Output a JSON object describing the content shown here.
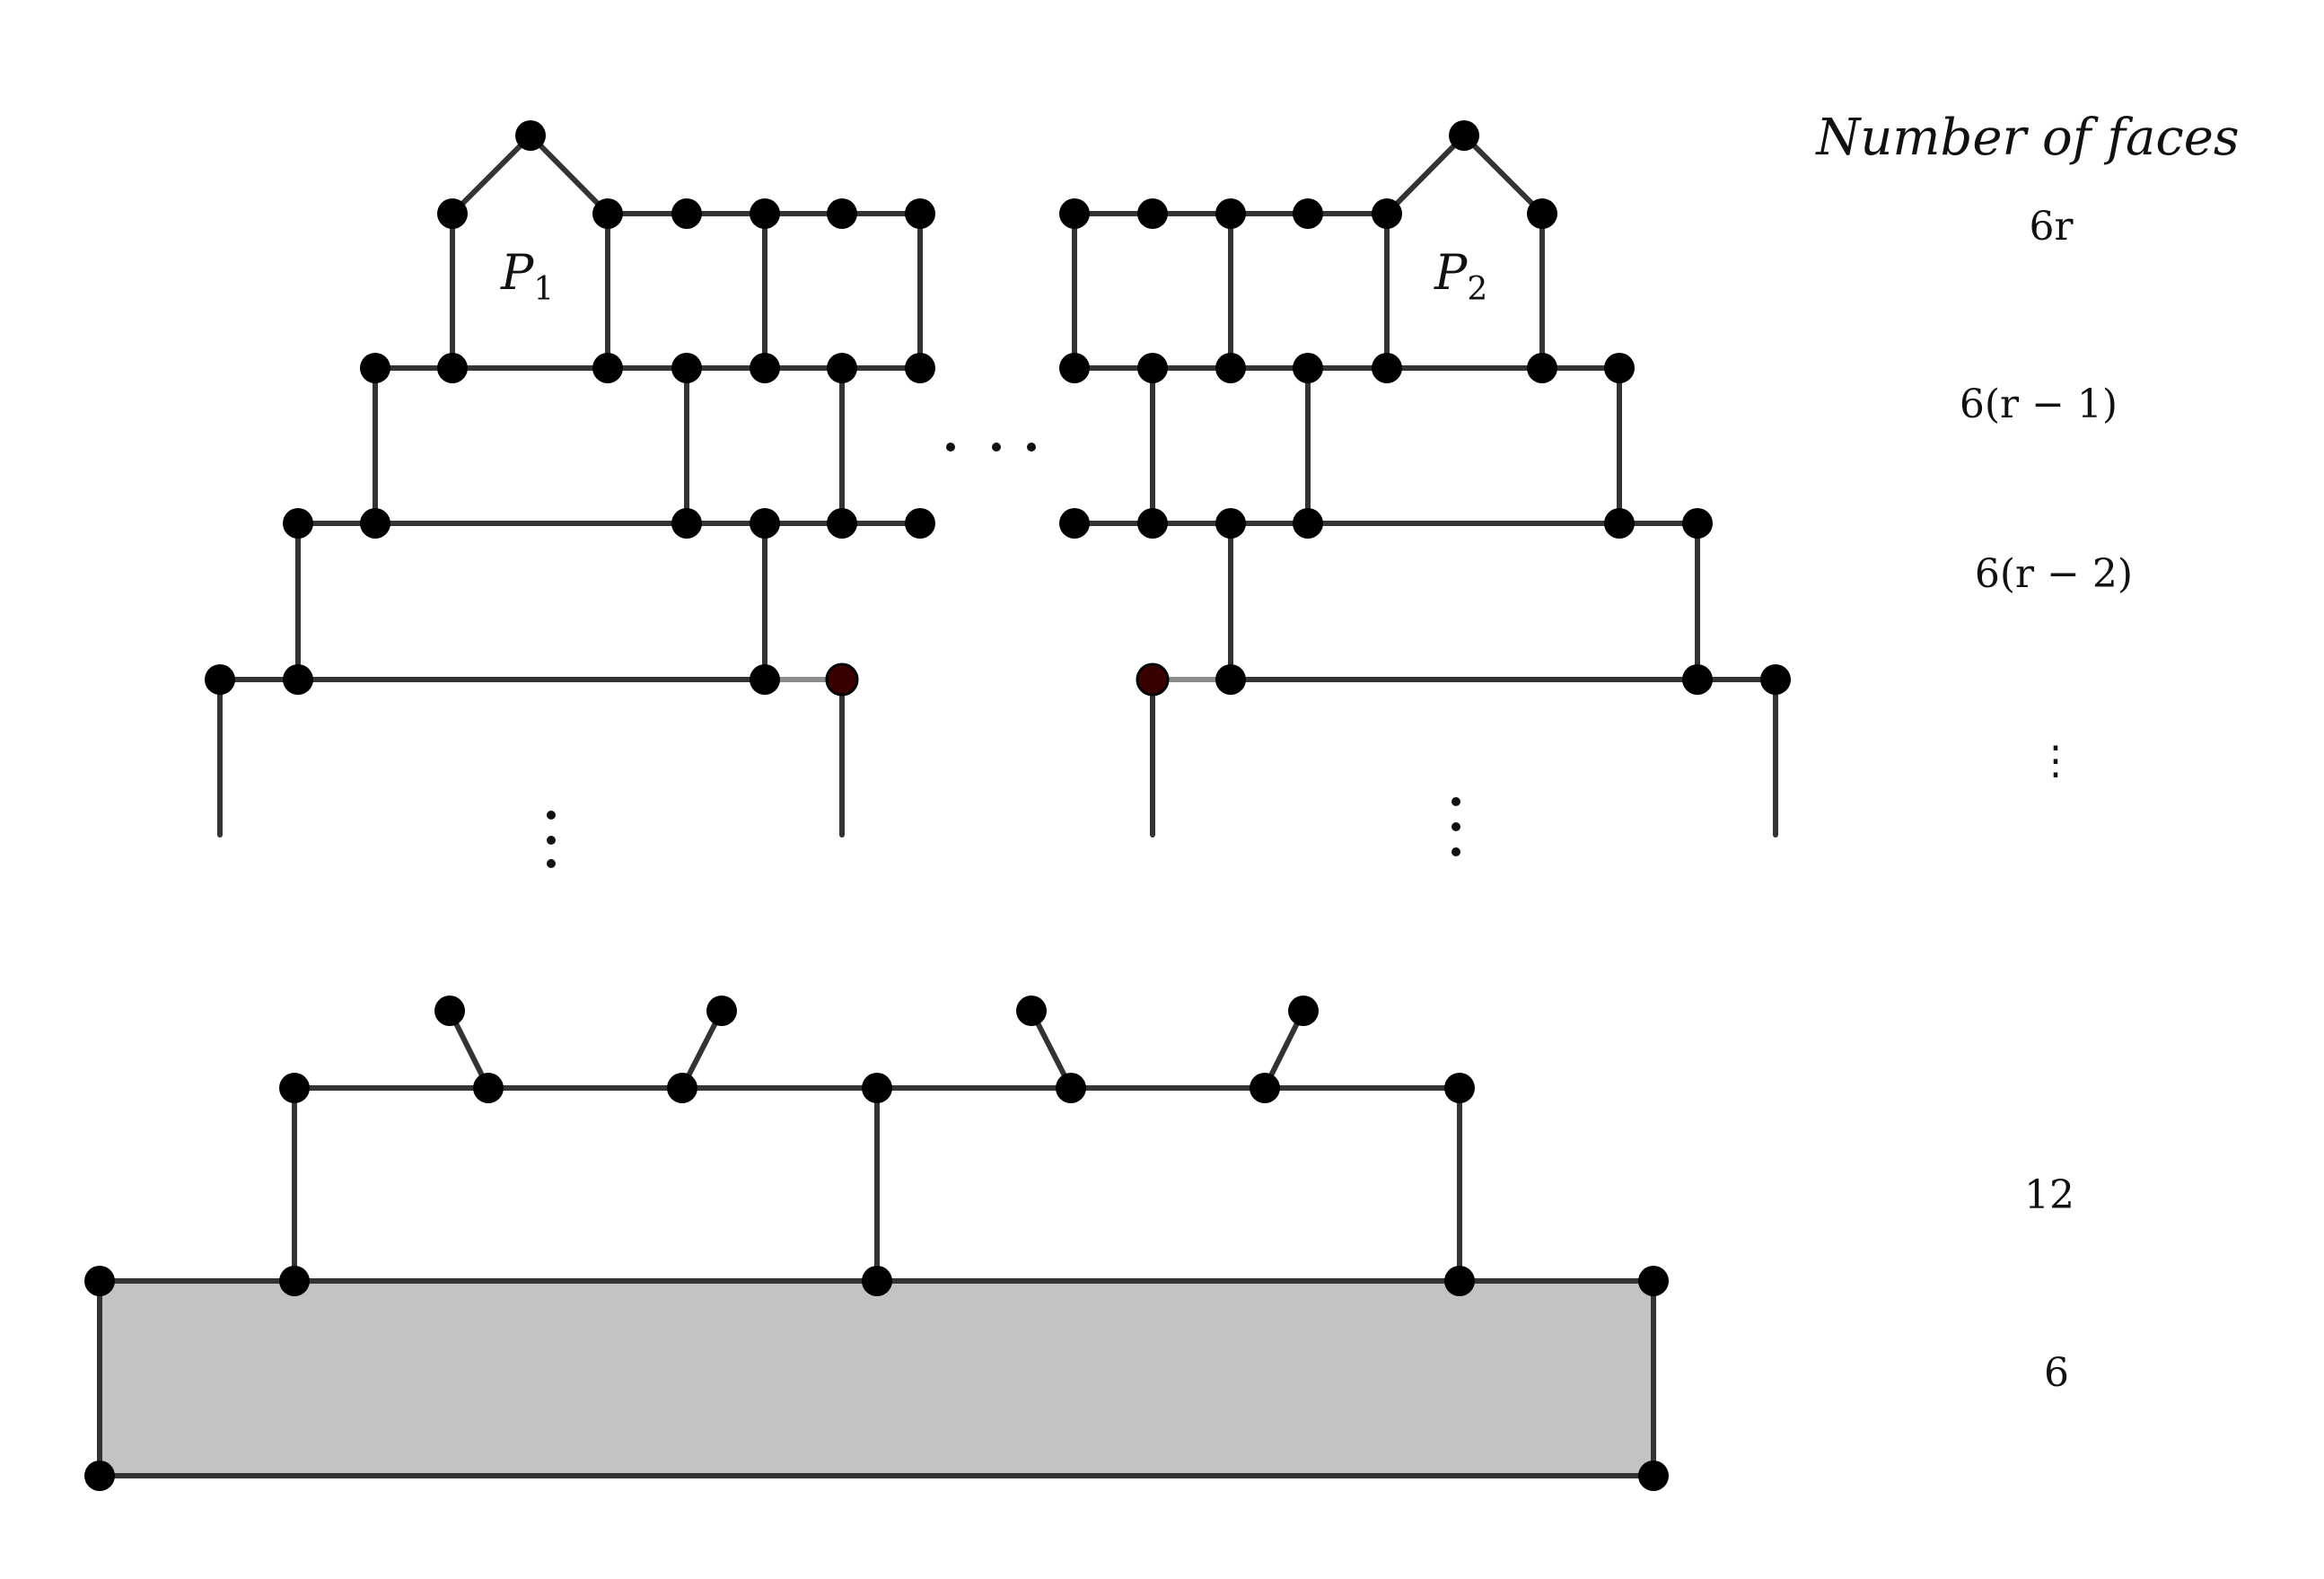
{
  "header": {
    "title": "Number of faces"
  },
  "polygons": {
    "p1": {
      "letter": "P",
      "subscript": "1"
    },
    "p2": {
      "letter": "P",
      "subscript": "2"
    }
  },
  "face_counts": [
    {
      "label": "6r"
    },
    {
      "label": "6(r − 1)"
    },
    {
      "label": "6(r − 2)"
    },
    {
      "label": "⋮"
    },
    {
      "label": "12"
    },
    {
      "label": "6"
    }
  ],
  "ellipsis": {
    "horizontal": "· · ·",
    "vertical": "⋮"
  },
  "colors": {
    "edge": "#333333",
    "node": "#000000",
    "shaded_face": "#c3c3c3"
  }
}
